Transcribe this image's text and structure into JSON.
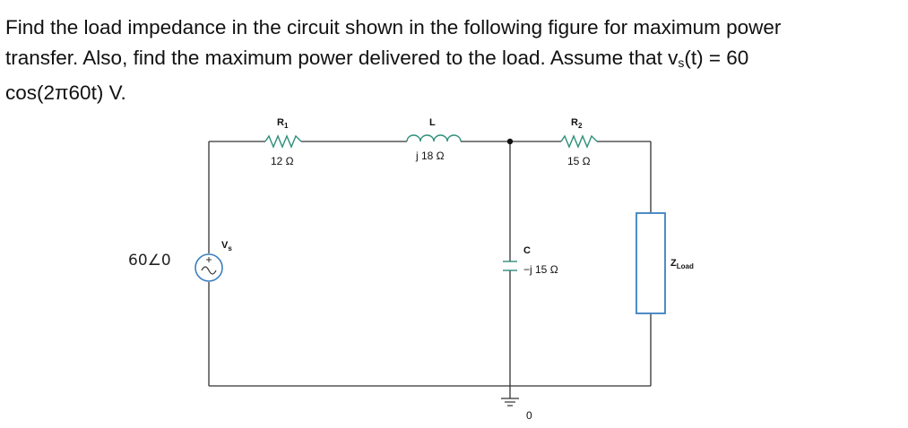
{
  "problem": {
    "line1": "Find the load impedance in the circuit shown in the following figure for maximum power",
    "line2_a": "transfer. Also, find the maximum power delivered to the load. Assume that v",
    "line2_sub": "s",
    "line2_b": "(t) = 60",
    "line3": "cos(2π60t) V."
  },
  "circuit": {
    "source_value": "60∠0",
    "source_name": "V",
    "source_name_sub": "s",
    "r1_name": "R",
    "r1_name_sub": "1",
    "r1_value": "12 Ω",
    "l_name": "L",
    "l_value": "j 18 Ω",
    "r2_name": "R",
    "r2_name_sub": "2",
    "r2_value": "15 Ω",
    "c_name": "C",
    "c_value": "−j 15 Ω",
    "load_name": "Z",
    "load_name_sub": "Load",
    "ground_label": "0",
    "colors": {
      "wire": "#333333",
      "components": "#2e8f7a",
      "source_ring": "#3a7fbf",
      "load_box": "#3a7fbf"
    }
  }
}
